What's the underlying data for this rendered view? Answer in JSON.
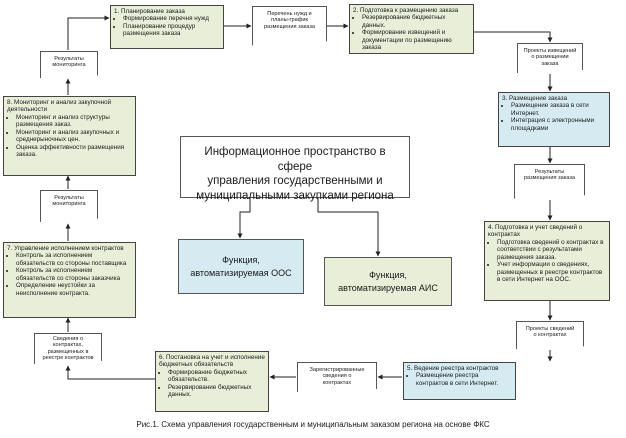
{
  "center": {
    "lines": [
      "Информационное пространство в сфере",
      "управления государственными и",
      "муниципальными закупками региона"
    ]
  },
  "func_oos": [
    "Функция,",
    "автоматизируемая ООС"
  ],
  "func_ais": [
    "Функция,",
    "автоматизируемая АИС"
  ],
  "steps": {
    "s1": {
      "title": "1. Планирование заказа",
      "items": [
        "Формирование перечня нужд",
        "Планирование процедур размещения заказа"
      ]
    },
    "s2": {
      "title": "2. Подготовка к размещению заказа",
      "items": [
        "Резервирование бюджетных данных.",
        "Формирование извещений и документации по размещению заказа"
      ]
    },
    "s3": {
      "title": "3. Размещение заказа",
      "items": [
        "Размещение заказа в сети Интернет.",
        "Интеграция с электронными площадками"
      ]
    },
    "s4": {
      "title": "4. Подготовка и учет сведений о контрактах",
      "items": [
        "Подготовка сведений о контрактах в соответствии с результатами размещения заказа.",
        "Учет информации о сведениях, размещенных в реестре контрактов в сети Интернет на ООС."
      ]
    },
    "s5": {
      "title": "5. Ведение реестра контрактов",
      "items": [
        "Размещение реестра контрактов в сети Интернет."
      ]
    },
    "s6": {
      "title": "6. Постановка на учет и исполнение бюджетных обязательств",
      "items": [
        "Формирование бюджетных обязательств.",
        "Резервирование бюджетных данных."
      ]
    },
    "s7": {
      "title": "7. Управление исполнением контрактов",
      "items": [
        "Контроль за исполнением обязательств со стороны поставщика",
        "Контроль за исполнением обязательств со стороны заказчика",
        "Определение неустойки за неисполнение контракта."
      ]
    },
    "s8": {
      "title": "8. Мониторинг и анализ закупочной деятельности",
      "items": [
        "Мониторинг и анализ структуры размещения заказ.",
        "Мониторинг и анализ закупочных и среднерыночных цен.",
        "Оценка эффективности размещения заказа."
      ]
    }
  },
  "docs": {
    "d12": [
      "Перечень нужд и",
      "планы-график",
      "размещения заказа"
    ],
    "d23": [
      "Проекты извещений",
      "о размещении",
      "заказа"
    ],
    "d34": [
      "Результаты",
      "размещения заказа"
    ],
    "d45": [
      "Проекты сведений",
      "о контрактах"
    ],
    "d56": [
      "Зарегистрированные",
      "сведения о",
      "контрактах"
    ],
    "d67": [
      "Сведения о",
      "контрактах,",
      "размещенных в",
      "реестре контрактов"
    ],
    "d78": [
      "Результаты",
      "мониторинга"
    ],
    "d81": [
      "Результаты",
      "мониторинга"
    ]
  },
  "caption": "Рис.1. Схема управления государственным и муниципальным заказом региона на основе ФКС"
}
